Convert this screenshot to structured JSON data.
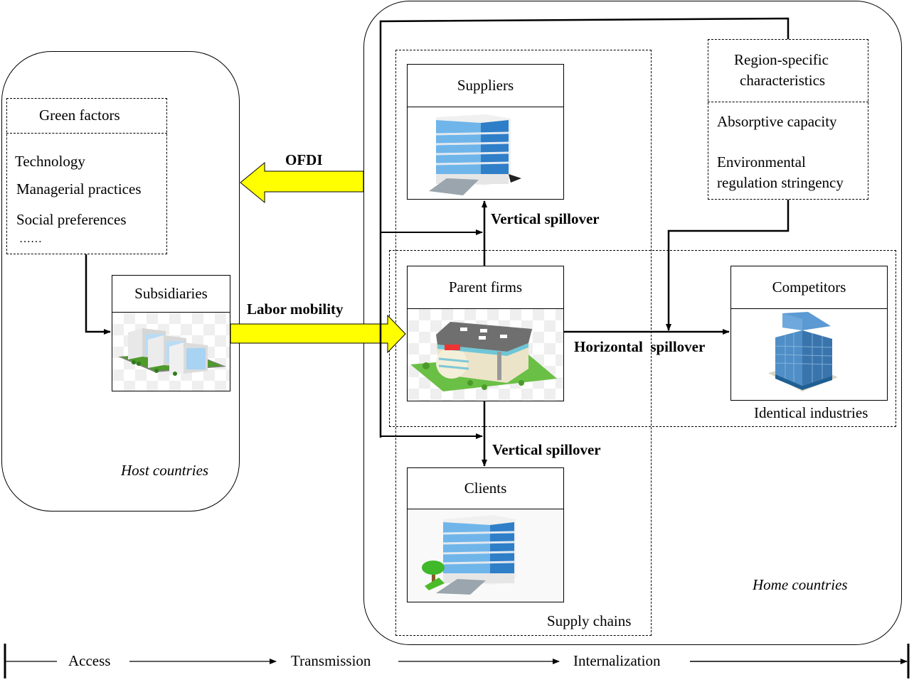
{
  "regions": {
    "host": {
      "label": "Host countries"
    },
    "home": {
      "label": "Home countries"
    },
    "supply_chains": {
      "label": "Supply chains"
    },
    "identical_industries": {
      "label": "Identical industries"
    }
  },
  "green_factors": {
    "title": "Green factors",
    "items": [
      "Technology",
      "Managerial practices",
      "Social preferences",
      "……"
    ]
  },
  "region_specific": {
    "title_lines": [
      "Region-specific",
      "characteristics"
    ],
    "items": [
      "Absorptive capacity",
      "Environmental",
      "regulation stringency"
    ]
  },
  "nodes": {
    "subsidiaries": {
      "label": "Subsidiaries",
      "icon": "office-complex-icon"
    },
    "suppliers": {
      "label": "Suppliers",
      "icon": "office-building-icon"
    },
    "parent_firms": {
      "label": "Parent firms",
      "icon": "shopping-mall-icon"
    },
    "competitors": {
      "label": "Competitors",
      "icon": "glass-tower-icon"
    },
    "clients": {
      "label": "Clients",
      "icon": "office-building-tree-icon"
    }
  },
  "flows": {
    "ofdi": "OFDI",
    "labor_mobility": "Labor mobility",
    "vertical_up": "Vertical spillover",
    "vertical_down": "Vertical spillover",
    "horizontal": "Horizontal  spillover"
  },
  "timeline": {
    "stages": [
      "Access",
      "Transmission",
      "Internalization"
    ]
  },
  "colors": {
    "flow_arrow": "#ffff00",
    "building_blue": "#3d8fd6",
    "grass_green": "#5cb83a"
  }
}
